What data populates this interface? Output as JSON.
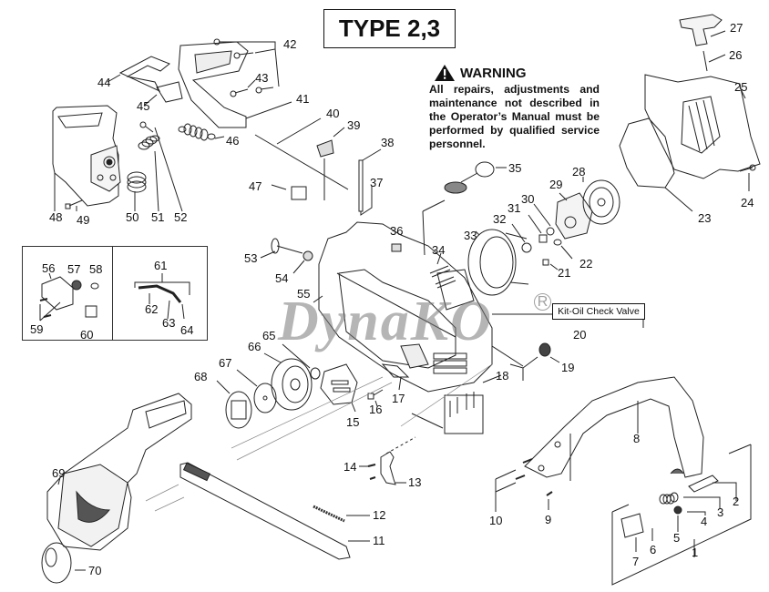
{
  "header": {
    "type_label": "TYPE 2,3"
  },
  "warning": {
    "icon": "warning-triangle-icon",
    "title": "WARNING",
    "text": "All repairs, adjustments and maintenance not described in the Operator’s Manual must be performed by qualified service personnel."
  },
  "callout": {
    "kit_label": "Kit-Oil Check Valve",
    "kit_part": "20"
  },
  "watermark": {
    "text": "DynaKO",
    "registered_mark": "R"
  },
  "parts": {
    "p1": "1",
    "p2": "2",
    "p3": "3",
    "p4": "4",
    "p5": "5",
    "p6": "6",
    "p7": "7",
    "p8": "8",
    "p9": "9",
    "p10": "10",
    "p11": "11",
    "p12": "12",
    "p13": "13",
    "p14": "14",
    "p15": "15",
    "p16": "16",
    "p17": "17",
    "p18": "18",
    "p19": "19",
    "p21": "21",
    "p22": "22",
    "p23": "23",
    "p24": "24",
    "p25": "25",
    "p26": "26",
    "p27": "27",
    "p28": "28",
    "p29": "29",
    "p30": "30",
    "p31": "31",
    "p32": "32",
    "p33": "33",
    "p34": "34",
    "p35": "35",
    "p36": "36",
    "p37": "37",
    "p38": "38",
    "p39": "39",
    "p40": "40",
    "p41": "41",
    "p42": "42",
    "p43": "43",
    "p44": "44",
    "p45": "45",
    "p46": "46",
    "p47": "47",
    "p48": "48",
    "p49": "49",
    "p50": "50",
    "p51": "51",
    "p52": "52",
    "p53": "53",
    "p54": "54",
    "p55": "55",
    "p56": "56",
    "p57": "57",
    "p58": "58",
    "p59": "59",
    "p60": "60",
    "p61": "61",
    "p62": "62",
    "p63": "63",
    "p64": "64",
    "p65": "65",
    "p66": "66",
    "p67": "67",
    "p68": "68",
    "p69": "69",
    "p70": "70"
  }
}
